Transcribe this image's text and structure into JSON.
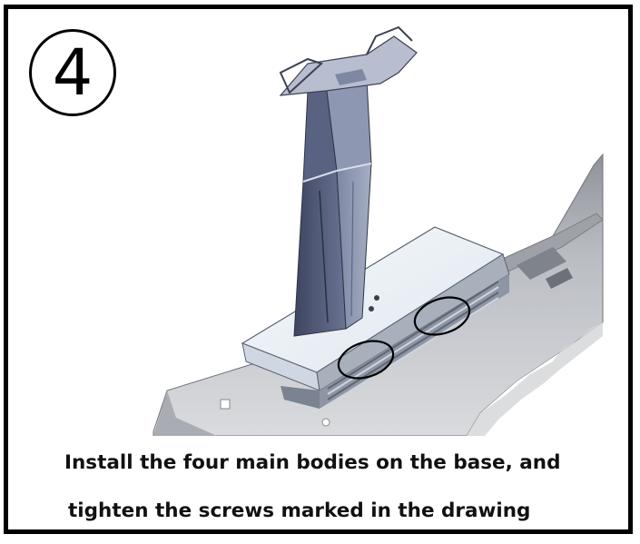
{
  "step": {
    "number": "4"
  },
  "caption": {
    "line1": "Install the four main bodies on the base, and",
    "line2": "tighten the screws marked in the drawing"
  },
  "figure": {
    "description_icons": [
      "lifting-column-icon",
      "base-frame-icon",
      "screw-marker-icon"
    ],
    "marker_count": 2,
    "colors": {
      "frame": "#000000",
      "column": "#5d6680",
      "base": "#c9cbd0",
      "foot": "#e8eef3",
      "marker": "#000000"
    }
  }
}
